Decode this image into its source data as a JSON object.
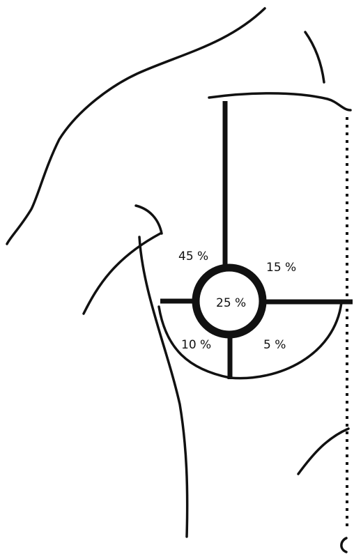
{
  "labels": {
    "upper_outer": "45 %",
    "upper_inner": "15 %",
    "central": "25 %",
    "lower_outer": "10 %",
    "lower_inner": "5 %"
  },
  "colors": {
    "ink": "#111111",
    "paper": "#ffffff"
  }
}
